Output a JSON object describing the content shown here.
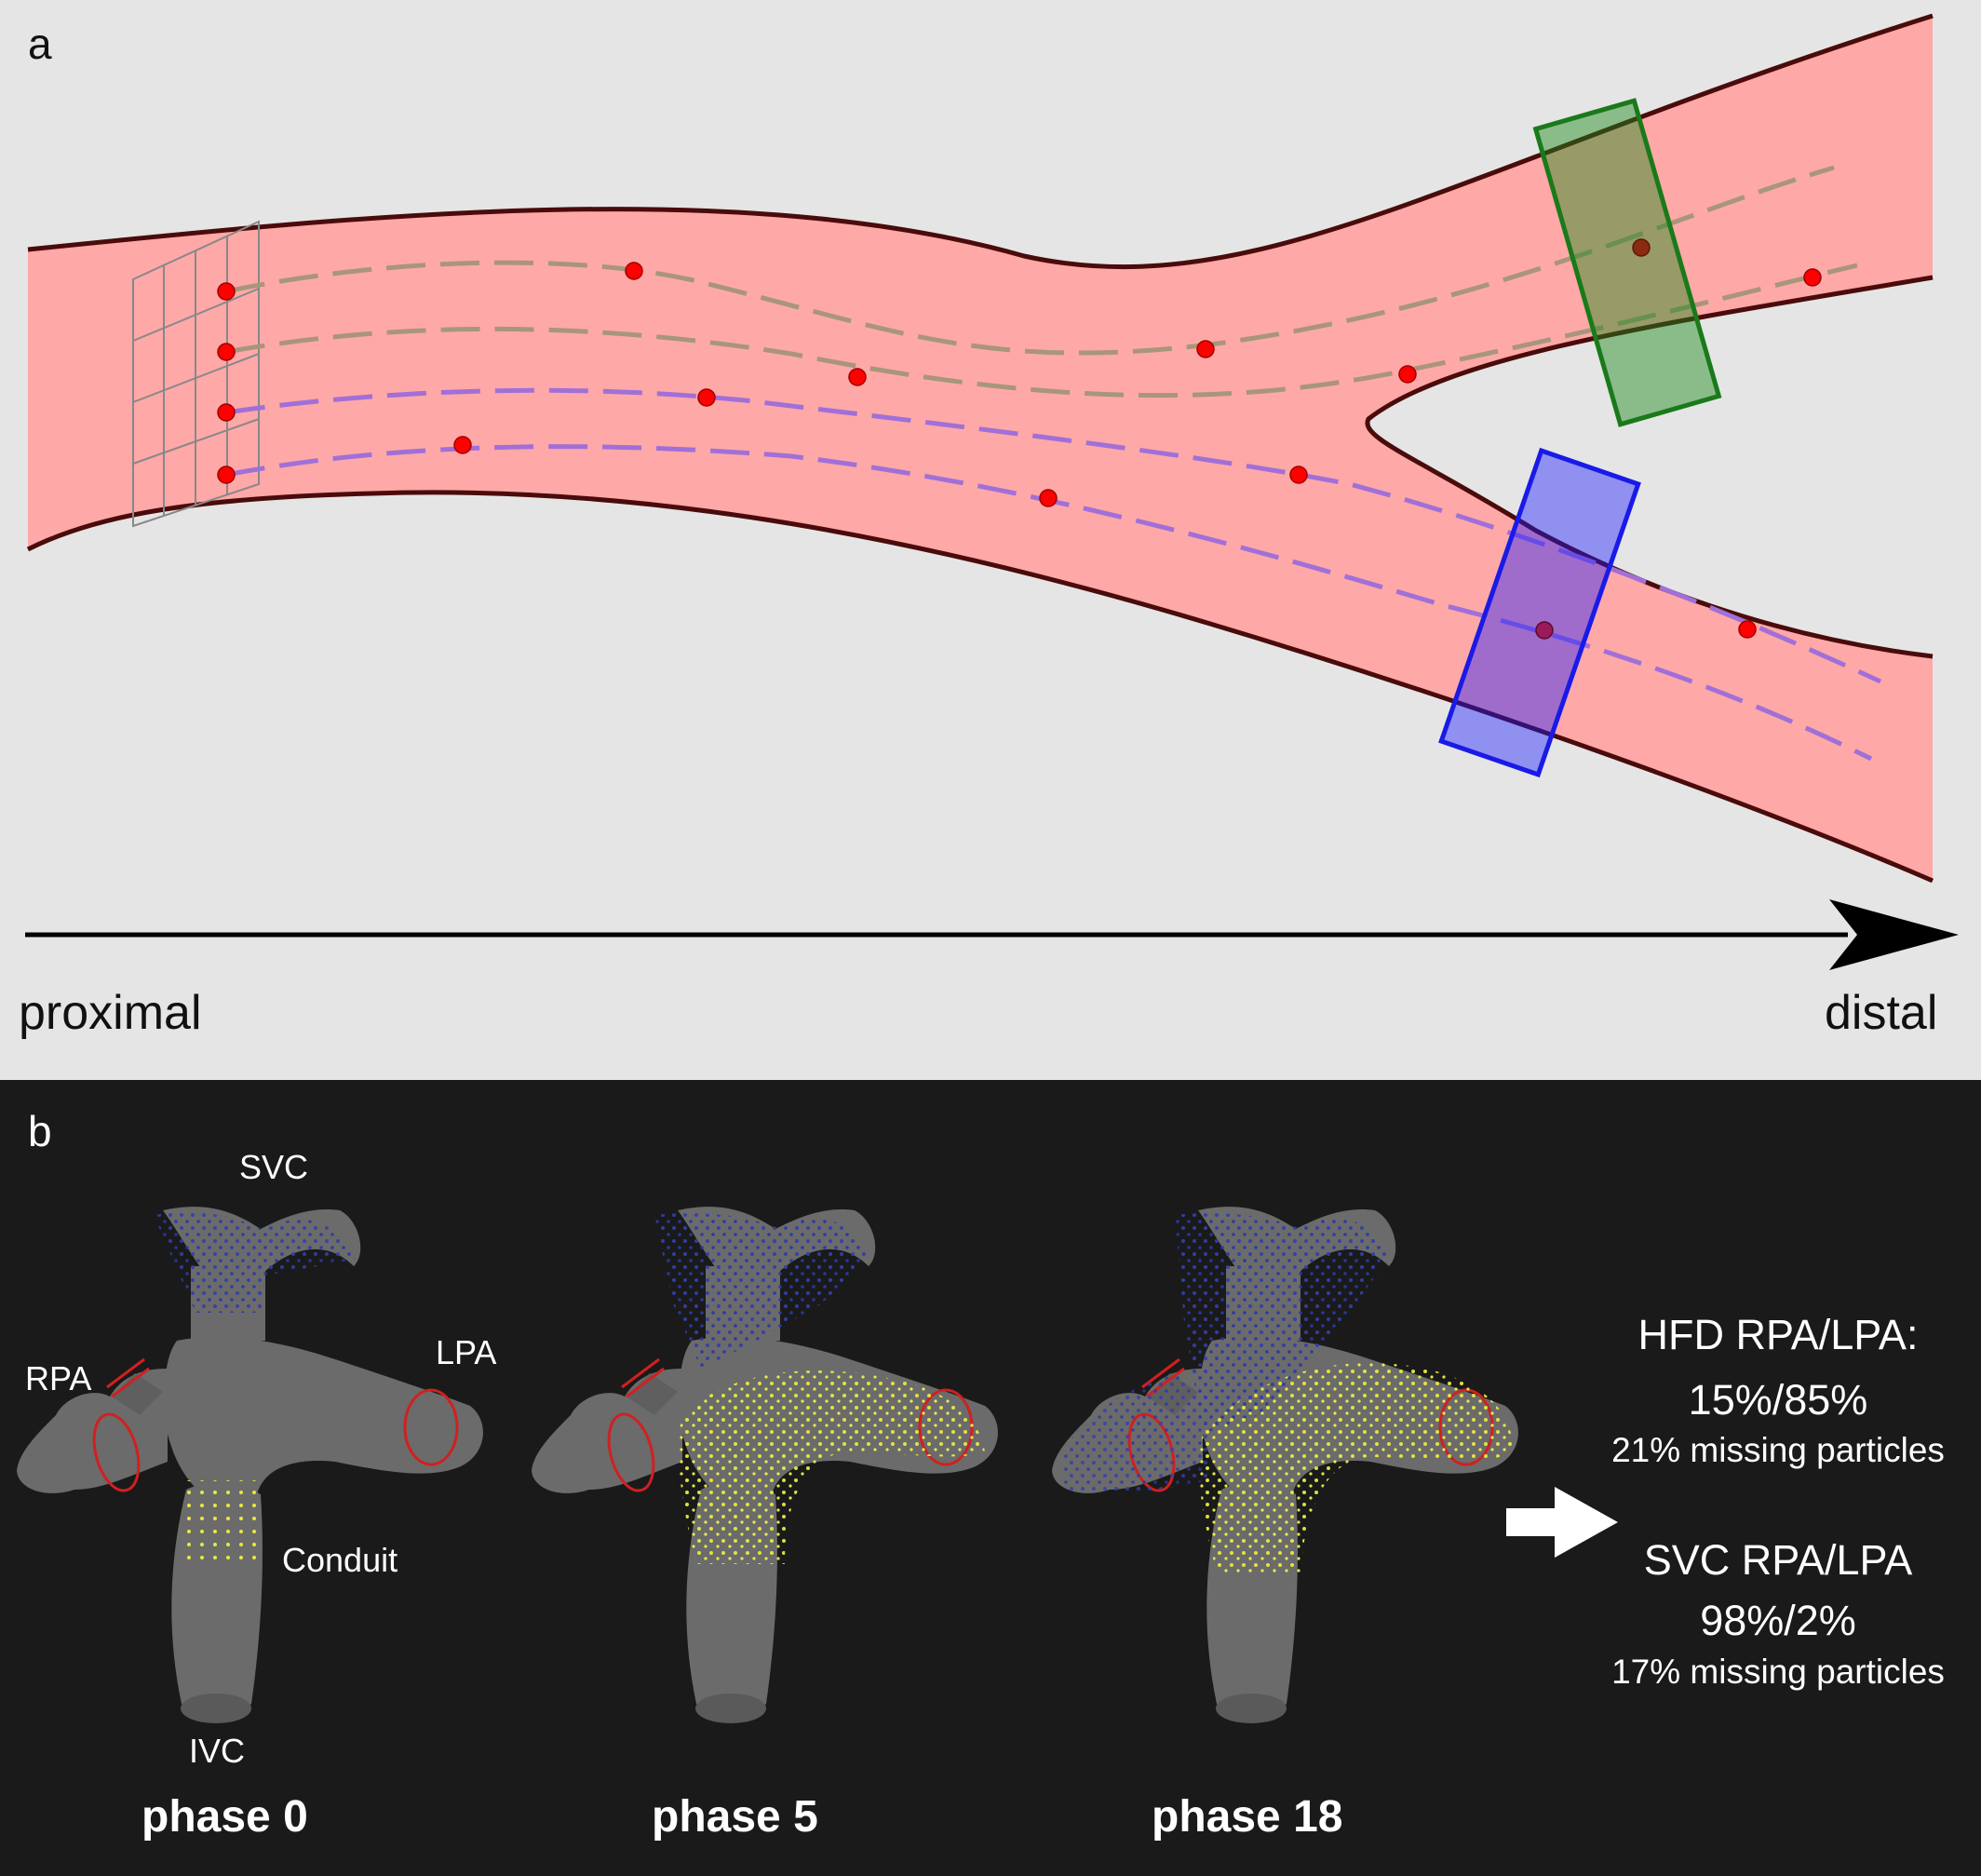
{
  "panel_a": {
    "letter": "a",
    "axis_start_label": "proximal",
    "axis_end_label": "distal",
    "colors": {
      "background": "#e5e5e5",
      "vessel_fill": "#ffa8a8",
      "vessel_wall": "#4a0b0b",
      "seed_point": "#ff0000",
      "upper_pathline": "#a8967a",
      "lower_pathline": "#a070d8",
      "upper_plane": "#1a8a1a",
      "lower_plane": "#1a1aff"
    }
  },
  "panel_b": {
    "letter": "b",
    "labels": {
      "svc": "SVC",
      "rpa": "RPA",
      "lpa": "LPA",
      "conduit": "Conduit",
      "ivc": "IVC"
    },
    "phases": [
      "phase 0",
      "phase 5",
      "phase 18"
    ],
    "results": {
      "hfd_title": "HFD RPA/LPA:",
      "hfd_value": "15%/85%",
      "hfd_missing": "21% missing particles",
      "svc_title": "SVC RPA/LPA",
      "svc_value": "98%/2%",
      "svc_missing": "17% missing particles"
    },
    "colors": {
      "background": "#1a1a1a",
      "model": "#6e6e6e",
      "svc_particles": "#3040a8",
      "ivc_particles": "#e8e840",
      "outlet_rings": "#d02020"
    }
  }
}
